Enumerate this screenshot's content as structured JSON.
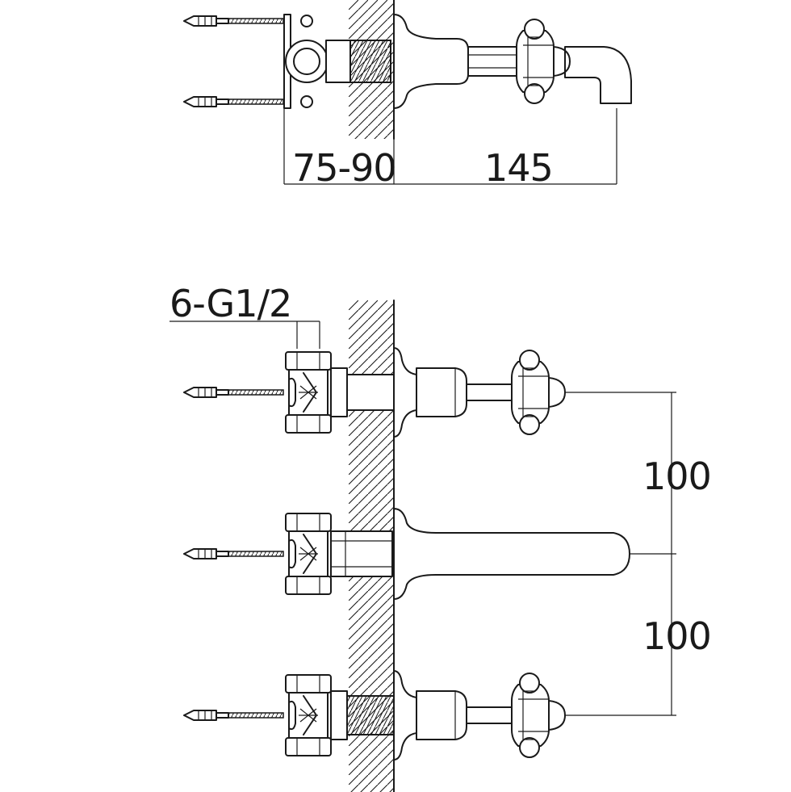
{
  "dimensions": {
    "depth_range": "75-90",
    "spout_projection": "145",
    "connection": "6-G1/2",
    "spacing_upper": "100",
    "spacing_lower": "100"
  }
}
